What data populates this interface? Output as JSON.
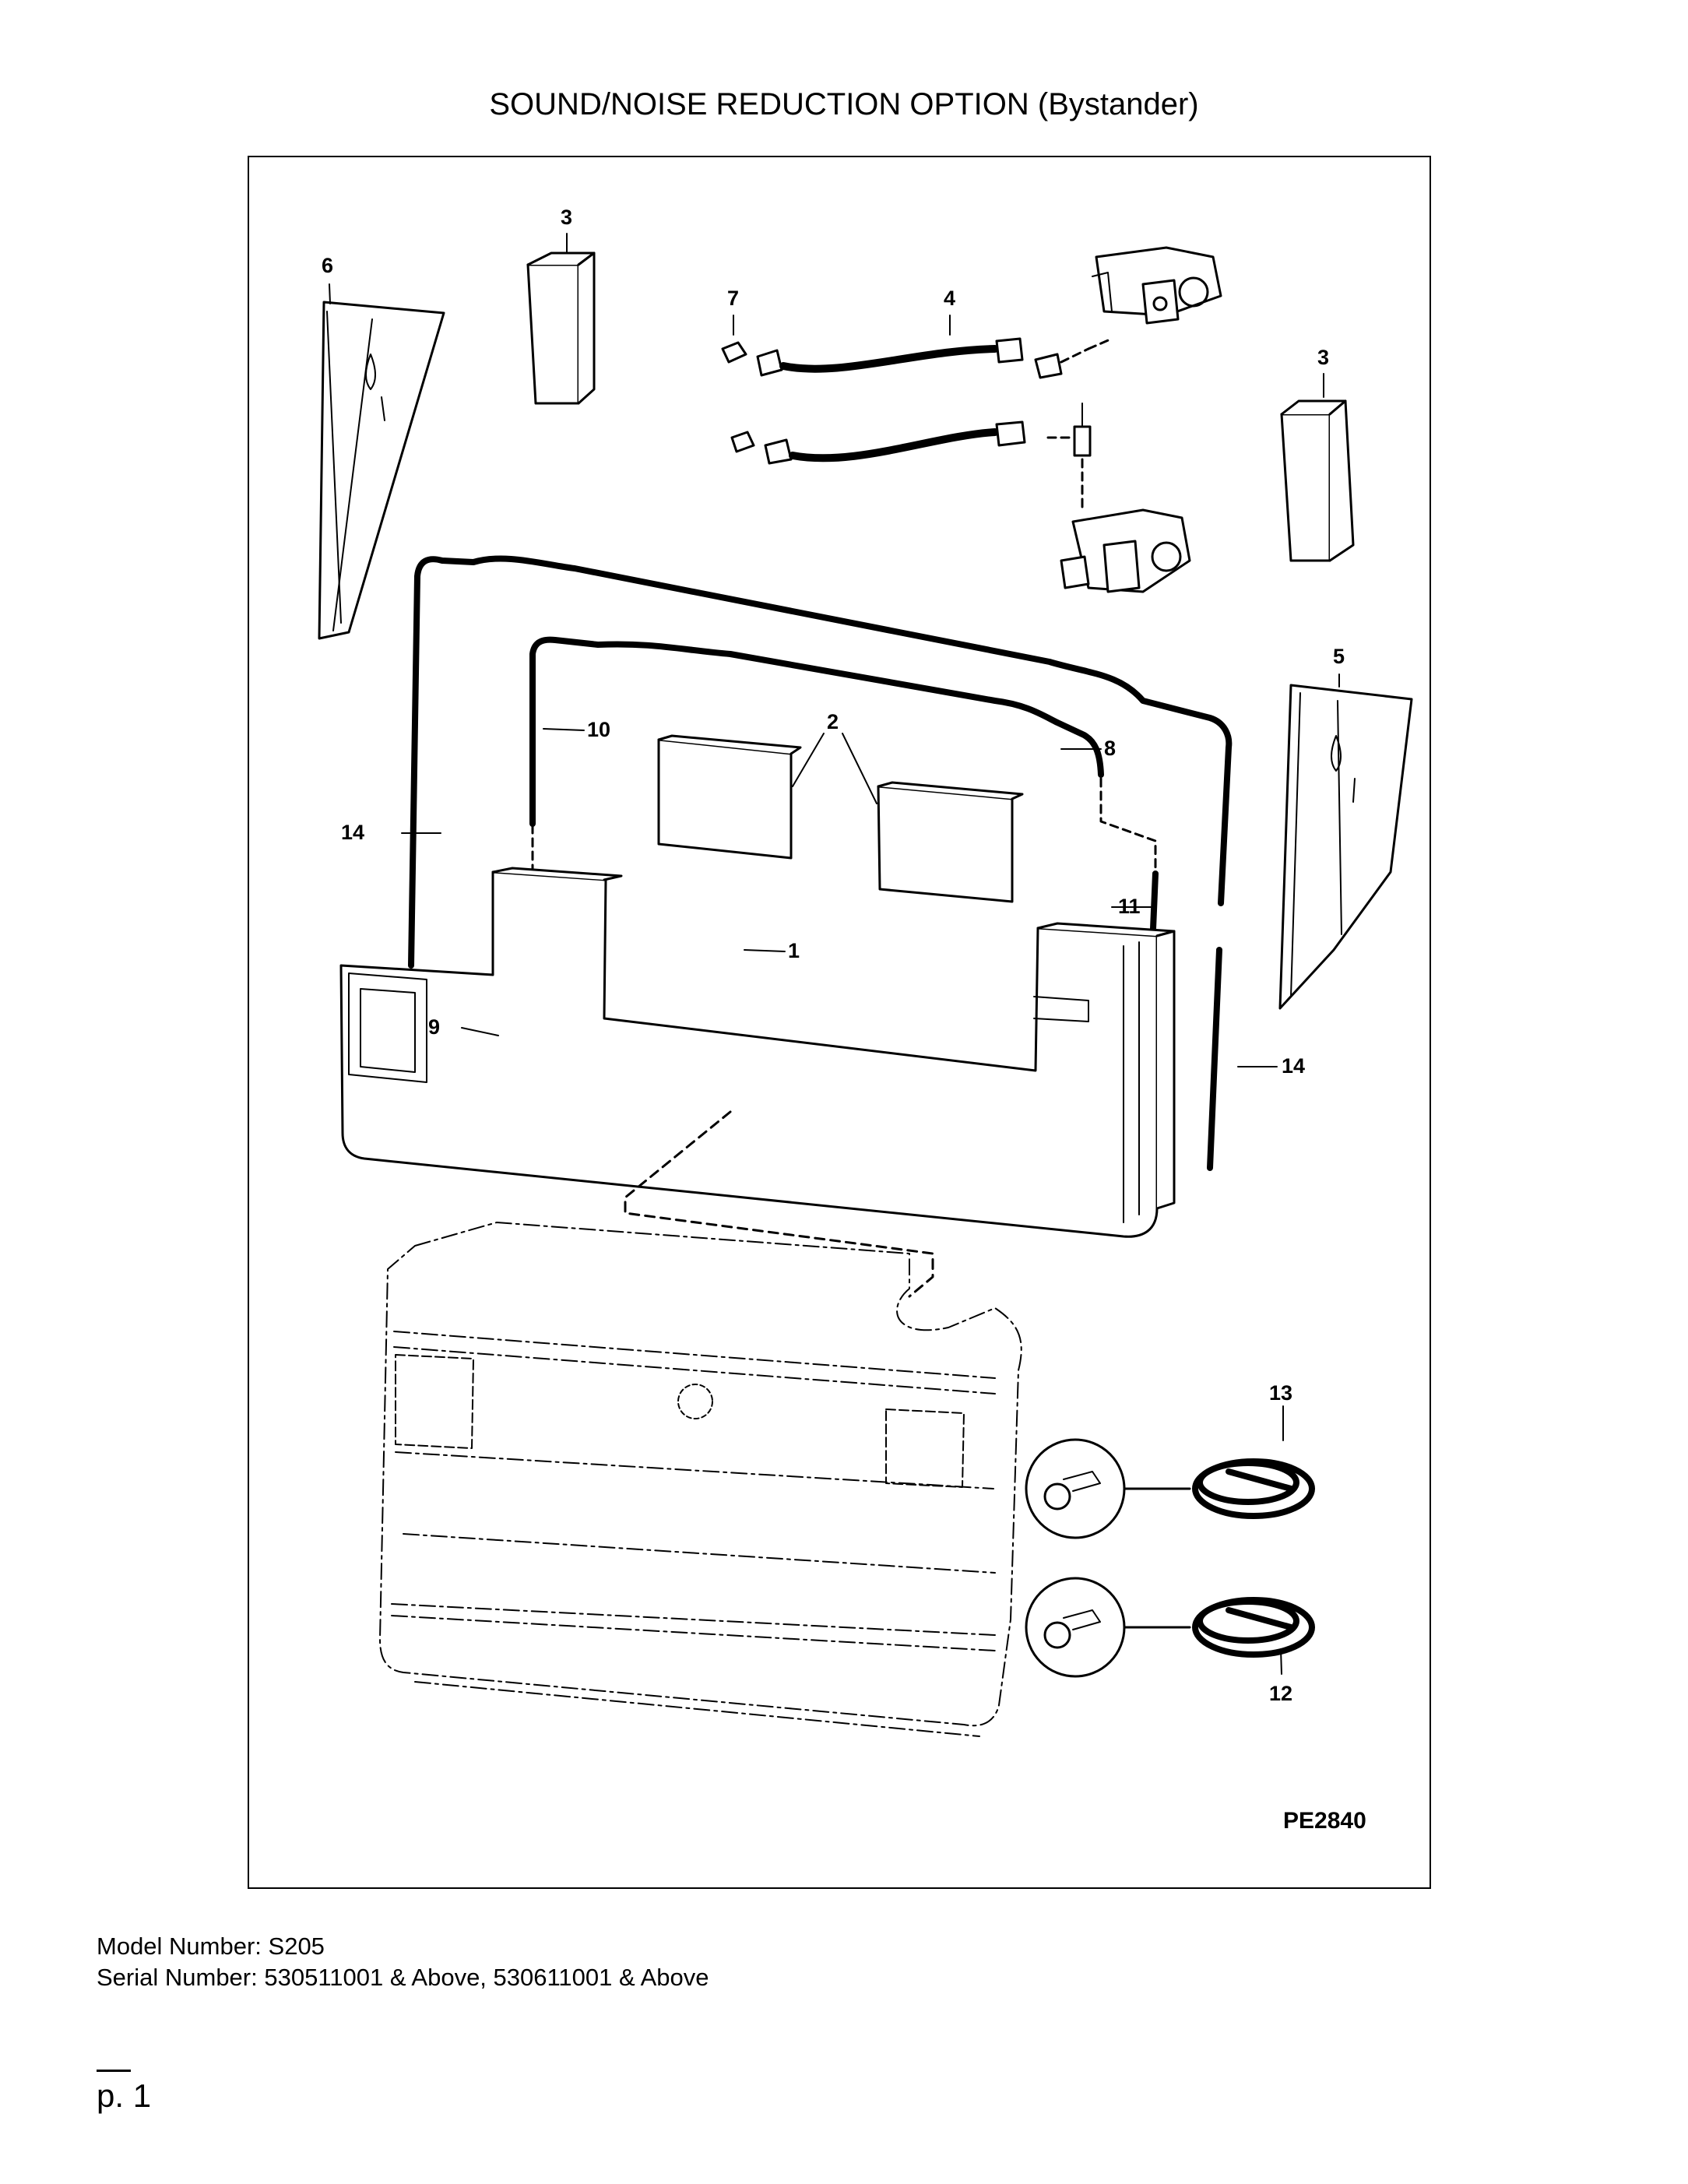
{
  "title": "SOUND/NOISE REDUCTION OPTION (Bystander)",
  "callouts": {
    "c1": "1",
    "c2": "2",
    "c3a": "3",
    "c3b": "3",
    "c4": "4",
    "c5": "5",
    "c6": "6",
    "c7": "7",
    "c8": "8",
    "c9": "9",
    "c10": "10",
    "c11": "11",
    "c12": "12",
    "c13": "13",
    "c14a": "14",
    "c14b": "14"
  },
  "drawing_code": "PE2840",
  "footer": {
    "model": "Model Number: S205",
    "serial": "Serial Number: 530511001 & Above, 530611001 & Above"
  },
  "page_label": "p. 1"
}
